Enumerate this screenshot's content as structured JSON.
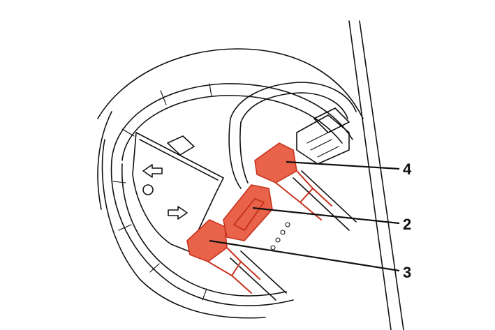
{
  "callouts": [
    {
      "id": "c4",
      "text": "4"
    },
    {
      "id": "c2",
      "text": "2"
    },
    {
      "id": "c3",
      "text": "3"
    }
  ],
  "colors": {
    "linework": "#111111",
    "highlight_stroke": "#c8321e",
    "highlight_fill": "#e9634a",
    "background": "#ffffff"
  }
}
